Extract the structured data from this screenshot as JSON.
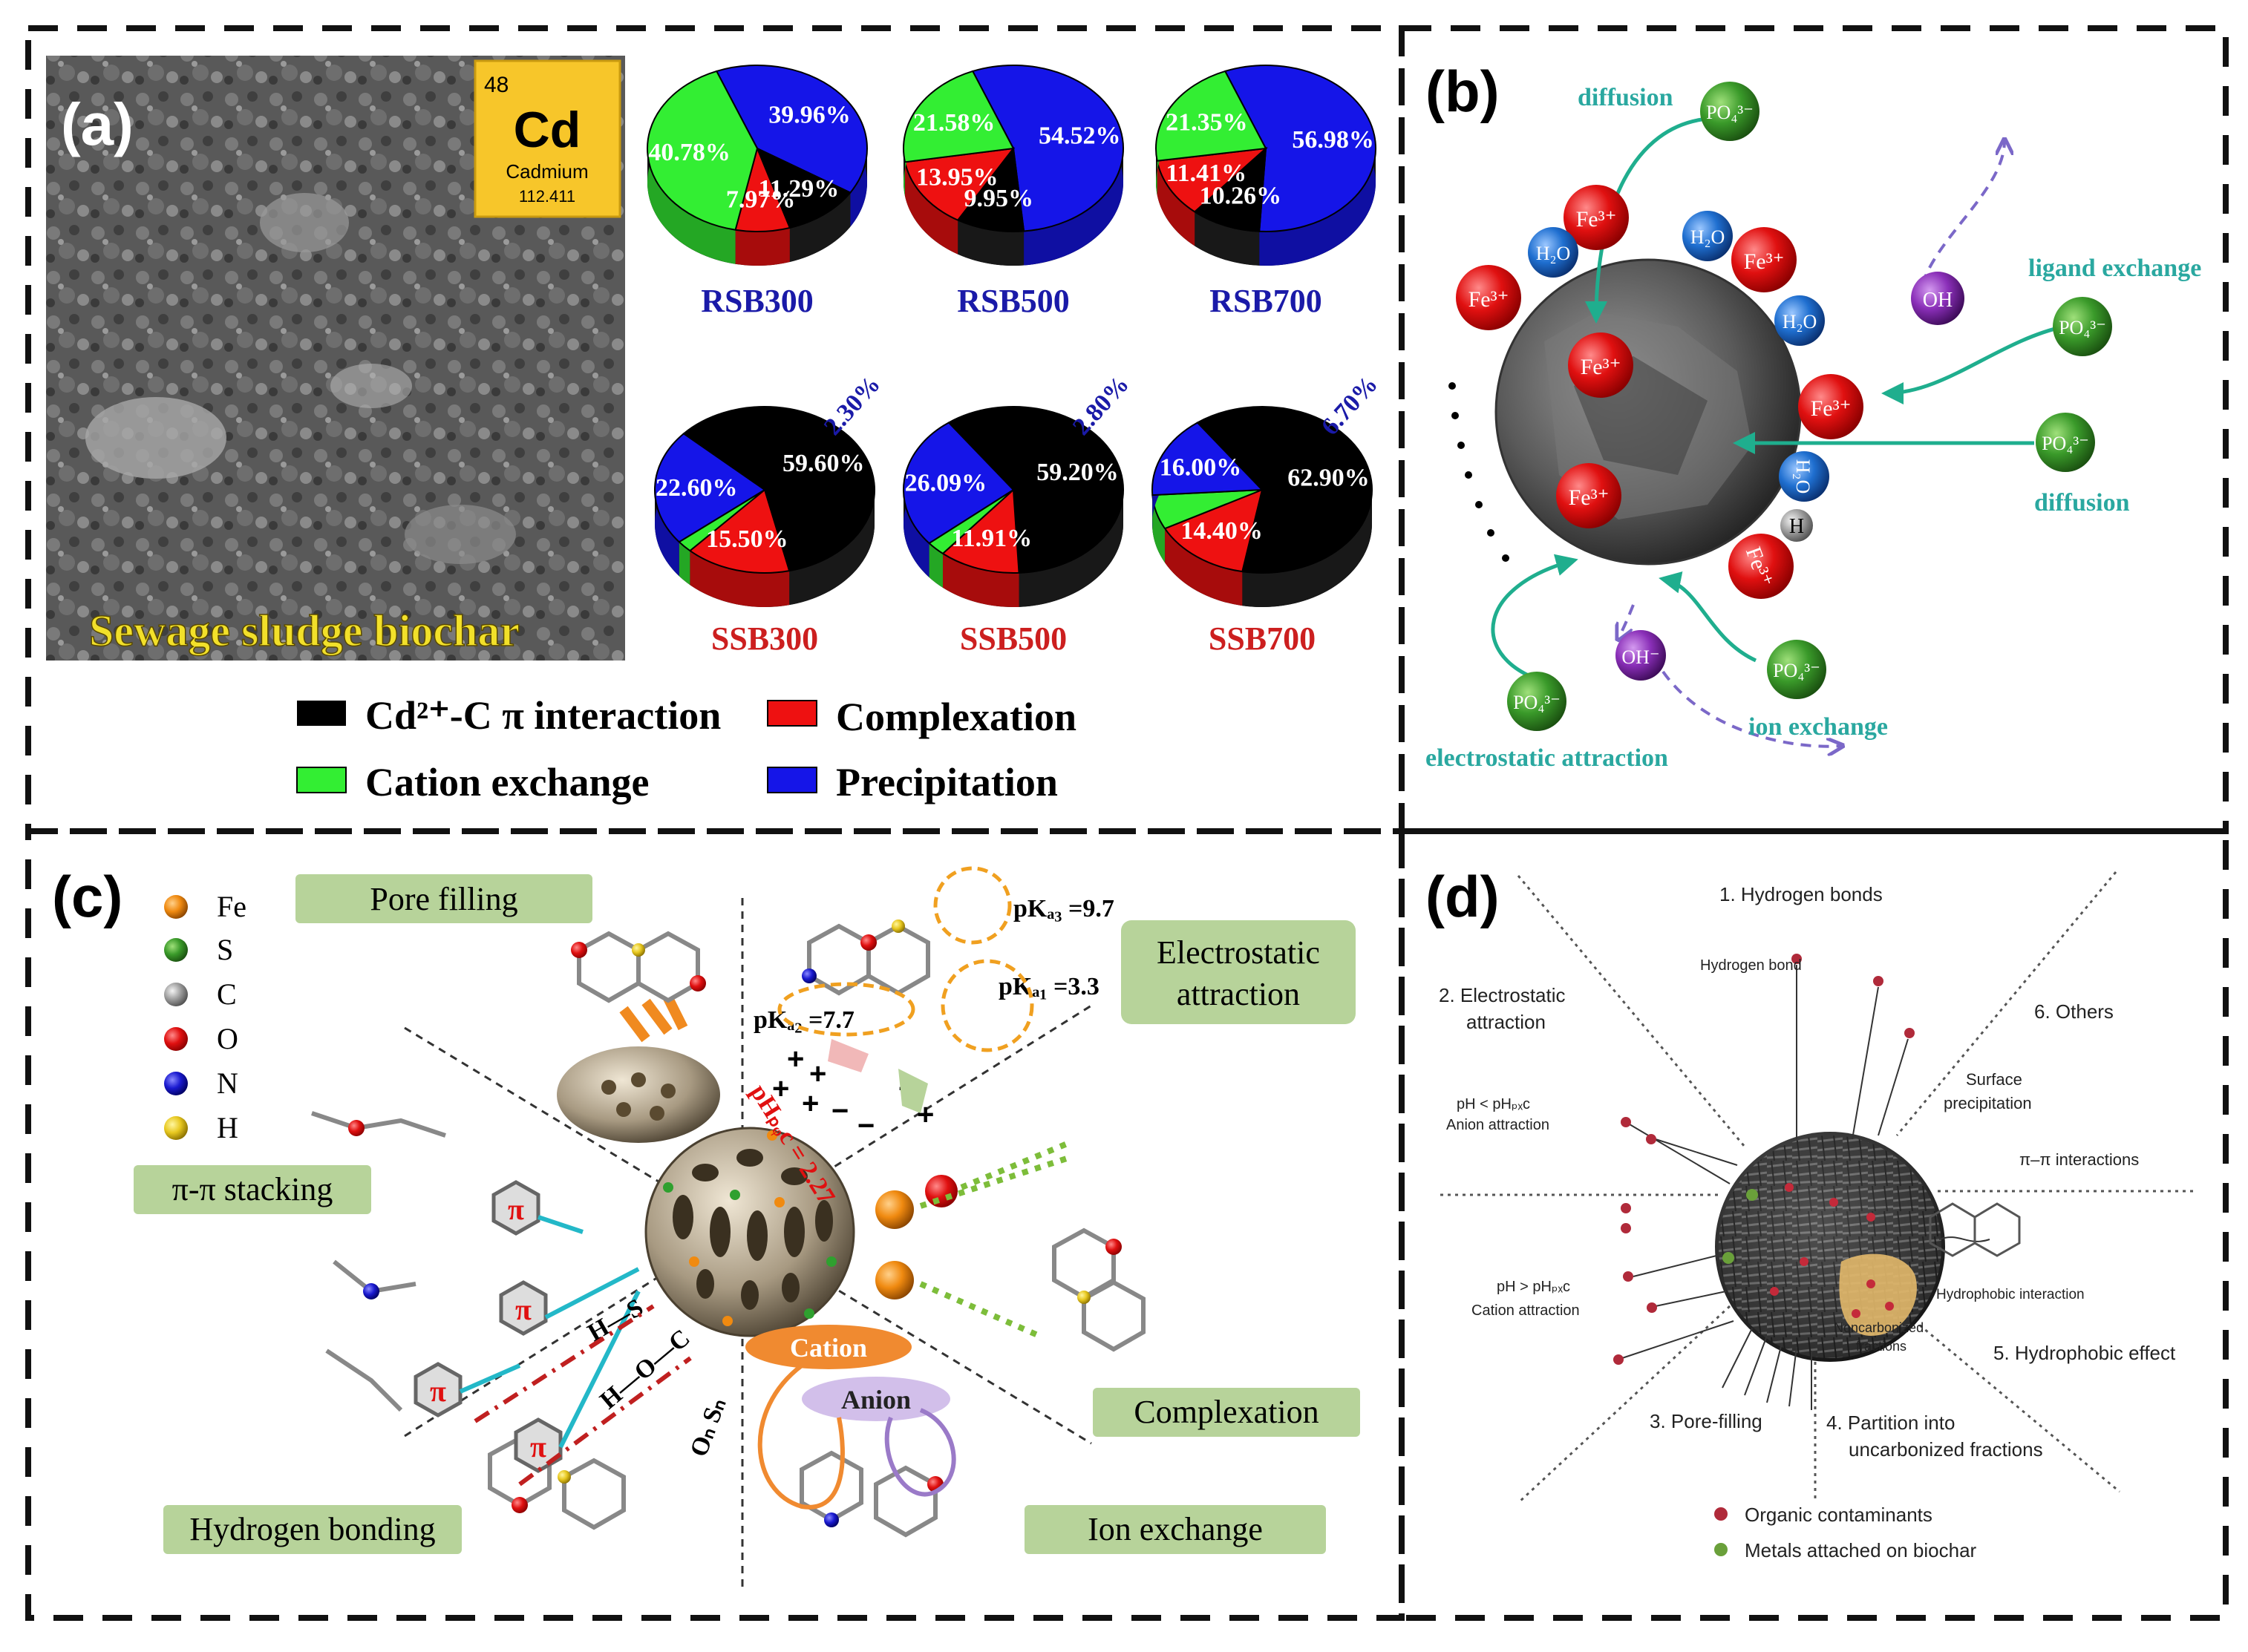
{
  "colors": {
    "black": "#000000",
    "green": "#33ee33",
    "red": "#ee1111",
    "blue": "#1515e8",
    "teal": "#2aa8a0",
    "purple": "#7b2fa0",
    "darkred": "#cc1f1f",
    "navy": "#1a1aa8",
    "labelBg": "#b7d39a",
    "cdYellow": "#f7c62a"
  },
  "panel_a": {
    "label": "(a)",
    "sem_caption": "Sewage sludge biochar",
    "element": {
      "number": "48",
      "symbol": "Cd",
      "name": "Cadmium",
      "mass": "112.411"
    },
    "pies": [
      {
        "name": "RSB300",
        "labels": [
          "39.96%",
          "11.29%",
          "7.97%",
          "40.78%"
        ],
        "values": [
          39.96,
          11.29,
          7.97,
          40.78
        ]
      },
      {
        "name": "RSB500",
        "labels": [
          "54.52%",
          "9.95%",
          "13.95%",
          "21.58%"
        ],
        "values": [
          54.52,
          9.95,
          13.95,
          21.58
        ]
      },
      {
        "name": "RSB700",
        "labels": [
          "56.98%",
          "10.26%",
          "11.41%",
          "21.35%"
        ],
        "values": [
          56.98,
          10.26,
          11.41,
          21.35
        ]
      },
      {
        "name": "SSB300",
        "labels": [
          "59.60%",
          "15.50%",
          "2.30%",
          "22.60%"
        ],
        "values": [
          59.6,
          15.5,
          2.3,
          22.6
        ]
      },
      {
        "name": "SSB500",
        "labels": [
          "59.20%",
          "11.91%",
          "2.80%",
          "26.09%"
        ],
        "values": [
          59.2,
          11.91,
          2.8,
          26.09
        ]
      },
      {
        "name": "SSB700",
        "labels": [
          "62.90%",
          "14.40%",
          "6.70%",
          "16.00%"
        ],
        "values": [
          62.9,
          14.4,
          6.7,
          16.0
        ]
      }
    ],
    "legend": {
      "pi": "Cd²⁺-C π interaction",
      "complexation": "Complexation",
      "cation": "Cation exchange",
      "precipitation": "Precipitation"
    }
  },
  "panel_b": {
    "label": "(b)",
    "diffusion_top": "diffusion",
    "ligand": "ligand exchange",
    "diffusion_right": "diffusion",
    "ion": "ion exchange",
    "electro": "electrostatic attraction",
    "fe": "Fe³⁺",
    "po4": "PO₄³⁻",
    "oh": "OH",
    "ohminus": "OH⁻",
    "h2o": "H₂O",
    "h": "H"
  },
  "panel_c": {
    "label": "(c)",
    "legend": [
      "Fe",
      "S",
      "C",
      "O",
      "N",
      "H"
    ],
    "pore": "Pore filling",
    "electro1": "Electrostatic",
    "electro2": "attraction",
    "pi": "π-π stacking",
    "complex": "Complexation",
    "hbond": "Hydrogen bonding",
    "ionex": "Ion exchange",
    "pka3": "pKₐ₃ =9.7",
    "pka1": "pKₐ₁ =3.3",
    "pka2": "pKₐ₂ =7.7",
    "phpzc": "pHₚᵩc = 2.27",
    "cation": "Cation",
    "anion": "Anion",
    "pisym": "π",
    "hs": "H—S",
    "hoc": "H—O—C",
    "os": "Oₙ Sₙ"
  },
  "panel_d": {
    "label": "(d)",
    "s1": "1. Hydrogen bonds",
    "s2a": "2. Electrostatic",
    "s2b": "attraction",
    "s3": "3. Pore-filling",
    "s4a": "4. Partition into",
    "s4b": "uncarbonized fractions",
    "s5": "5. Hydrophobic effect",
    "s6": "6. Others",
    "hb": "Hydrogen bond",
    "lowph1": "pH < pHₚₓc",
    "lowph2": "Anion attraction",
    "highph1": "pH > pHₚₓc",
    "highph2": "Cation attraction",
    "surf1": "Surface",
    "surf2": "precipitation",
    "pipi": "π–π interactions",
    "hydroi": "Hydrophobic interaction",
    "nonc1": "Noncarbonized",
    "nonc2": "fractions",
    "leg1": "Organic contaminants",
    "leg2": "Metals attached on biochar"
  }
}
